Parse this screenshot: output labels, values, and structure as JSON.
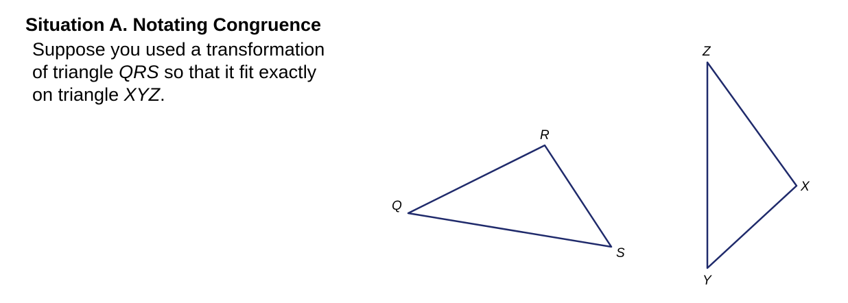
{
  "heading": "Situation A. Notating Congruence",
  "intro": {
    "line1": "Suppose you used a transformation",
    "line2_pre": "of triangle ",
    "line2_name": "QRS",
    "line2_post": " so that it fit exactly",
    "line3_pre": "on triangle ",
    "line3_name": "XYZ",
    "line3_post": "."
  },
  "diagram": {
    "stroke_color": "#1f2a6b",
    "triangle_qrs": {
      "vertex_q": "Q",
      "vertex_r": "R",
      "vertex_s": "S"
    },
    "triangle_xyz": {
      "vertex_x": "X",
      "vertex_y": "Y",
      "vertex_z": "Z"
    }
  }
}
